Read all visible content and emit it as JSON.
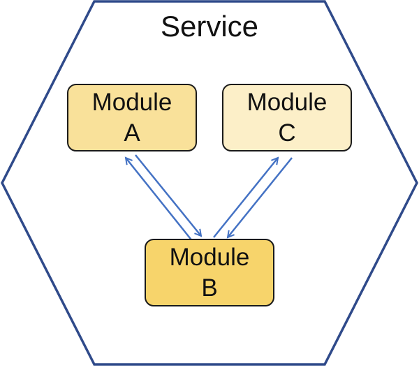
{
  "diagram": {
    "title": "Service",
    "colors": {
      "hexagon_stroke": "#2f4a8a",
      "arrow": "#4472c4",
      "module_a_fill": "#f9e19a",
      "module_b_fill": "#f7d46b",
      "module_c_fill": "#fcefc8",
      "module_border": "#1a1a1a"
    },
    "modules": [
      {
        "id": "a",
        "line1": "Module",
        "line2": "A"
      },
      {
        "id": "b",
        "line1": "Module",
        "line2": "B"
      },
      {
        "id": "c",
        "line1": "Module",
        "line2": "C"
      }
    ],
    "arrows": [
      {
        "from": "a",
        "to": "b"
      },
      {
        "from": "b",
        "to": "a"
      },
      {
        "from": "b",
        "to": "c"
      },
      {
        "from": "c",
        "to": "b"
      }
    ]
  }
}
